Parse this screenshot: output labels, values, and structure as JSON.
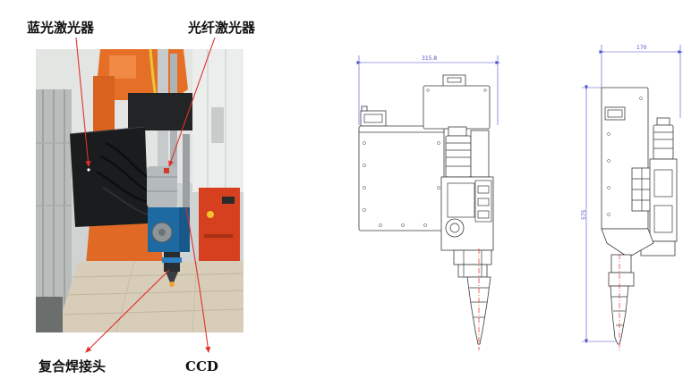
{
  "labels": {
    "blue_laser": "蓝光激光器",
    "fiber_laser": "光纤激光器",
    "hybrid_welding_head": "复合焊接头",
    "ccd": "CCD"
  },
  "dimensions": {
    "front_view_width": "315.8",
    "side_view_width": "170",
    "side_view_height": "575"
  },
  "colors": {
    "arrow": "#e0302a",
    "dimension_line": "#4b4fc9",
    "drawing_line": "#3a3a3a",
    "centerline": "#e0302a"
  }
}
